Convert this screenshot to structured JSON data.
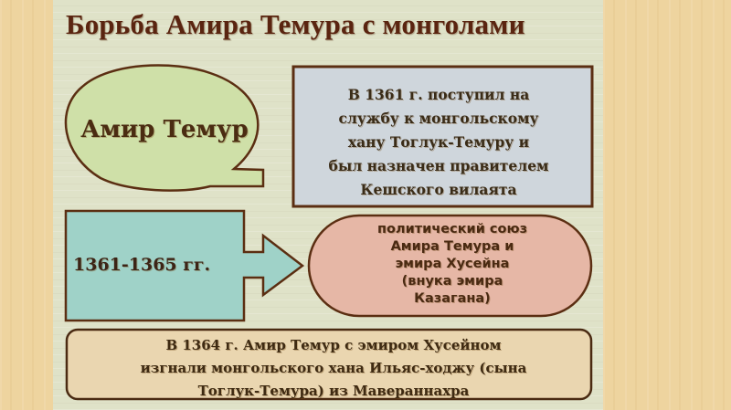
{
  "slide": {
    "title": "Борьба Амира Темура с монголами",
    "colors": {
      "title": "#5a2410",
      "outline": "#5b2e12",
      "panel_background": "#dfe2c8",
      "side_background": "#eed49f",
      "bubble_fill": "#cfe0a8",
      "info_box_fill": "#cfd6dc",
      "period_box_fill": "#9fd2c8",
      "alliance_pill_fill": "#e6b7a6",
      "expulsion_box_fill": "#ead6b0"
    },
    "speech_bubble": {
      "label": "Амир Темур"
    },
    "info_box": {
      "lines": [
        "В 1361 г. поступил на",
        "службу к монгольскому",
        "хану Тоглук-Темуру и",
        "был назначен правителем",
        "Кешского вилаята"
      ]
    },
    "period_callout": {
      "label": "1361-1365 гг.",
      "icon": "arrow-right-icon"
    },
    "alliance_pill": {
      "lines": [
        "политический союз",
        "Амира Темура и",
        "эмира Хусейна",
        "(внука эмира",
        "Казагана)"
      ]
    },
    "expulsion_box": {
      "lines": [
        "В 1364 г. Амир Темур с эмиром Хусейном",
        "изгнали монгольского хана Ильяс-ходжу (сына",
        "Тоглук-Темура) из Мавераннахра"
      ]
    }
  }
}
